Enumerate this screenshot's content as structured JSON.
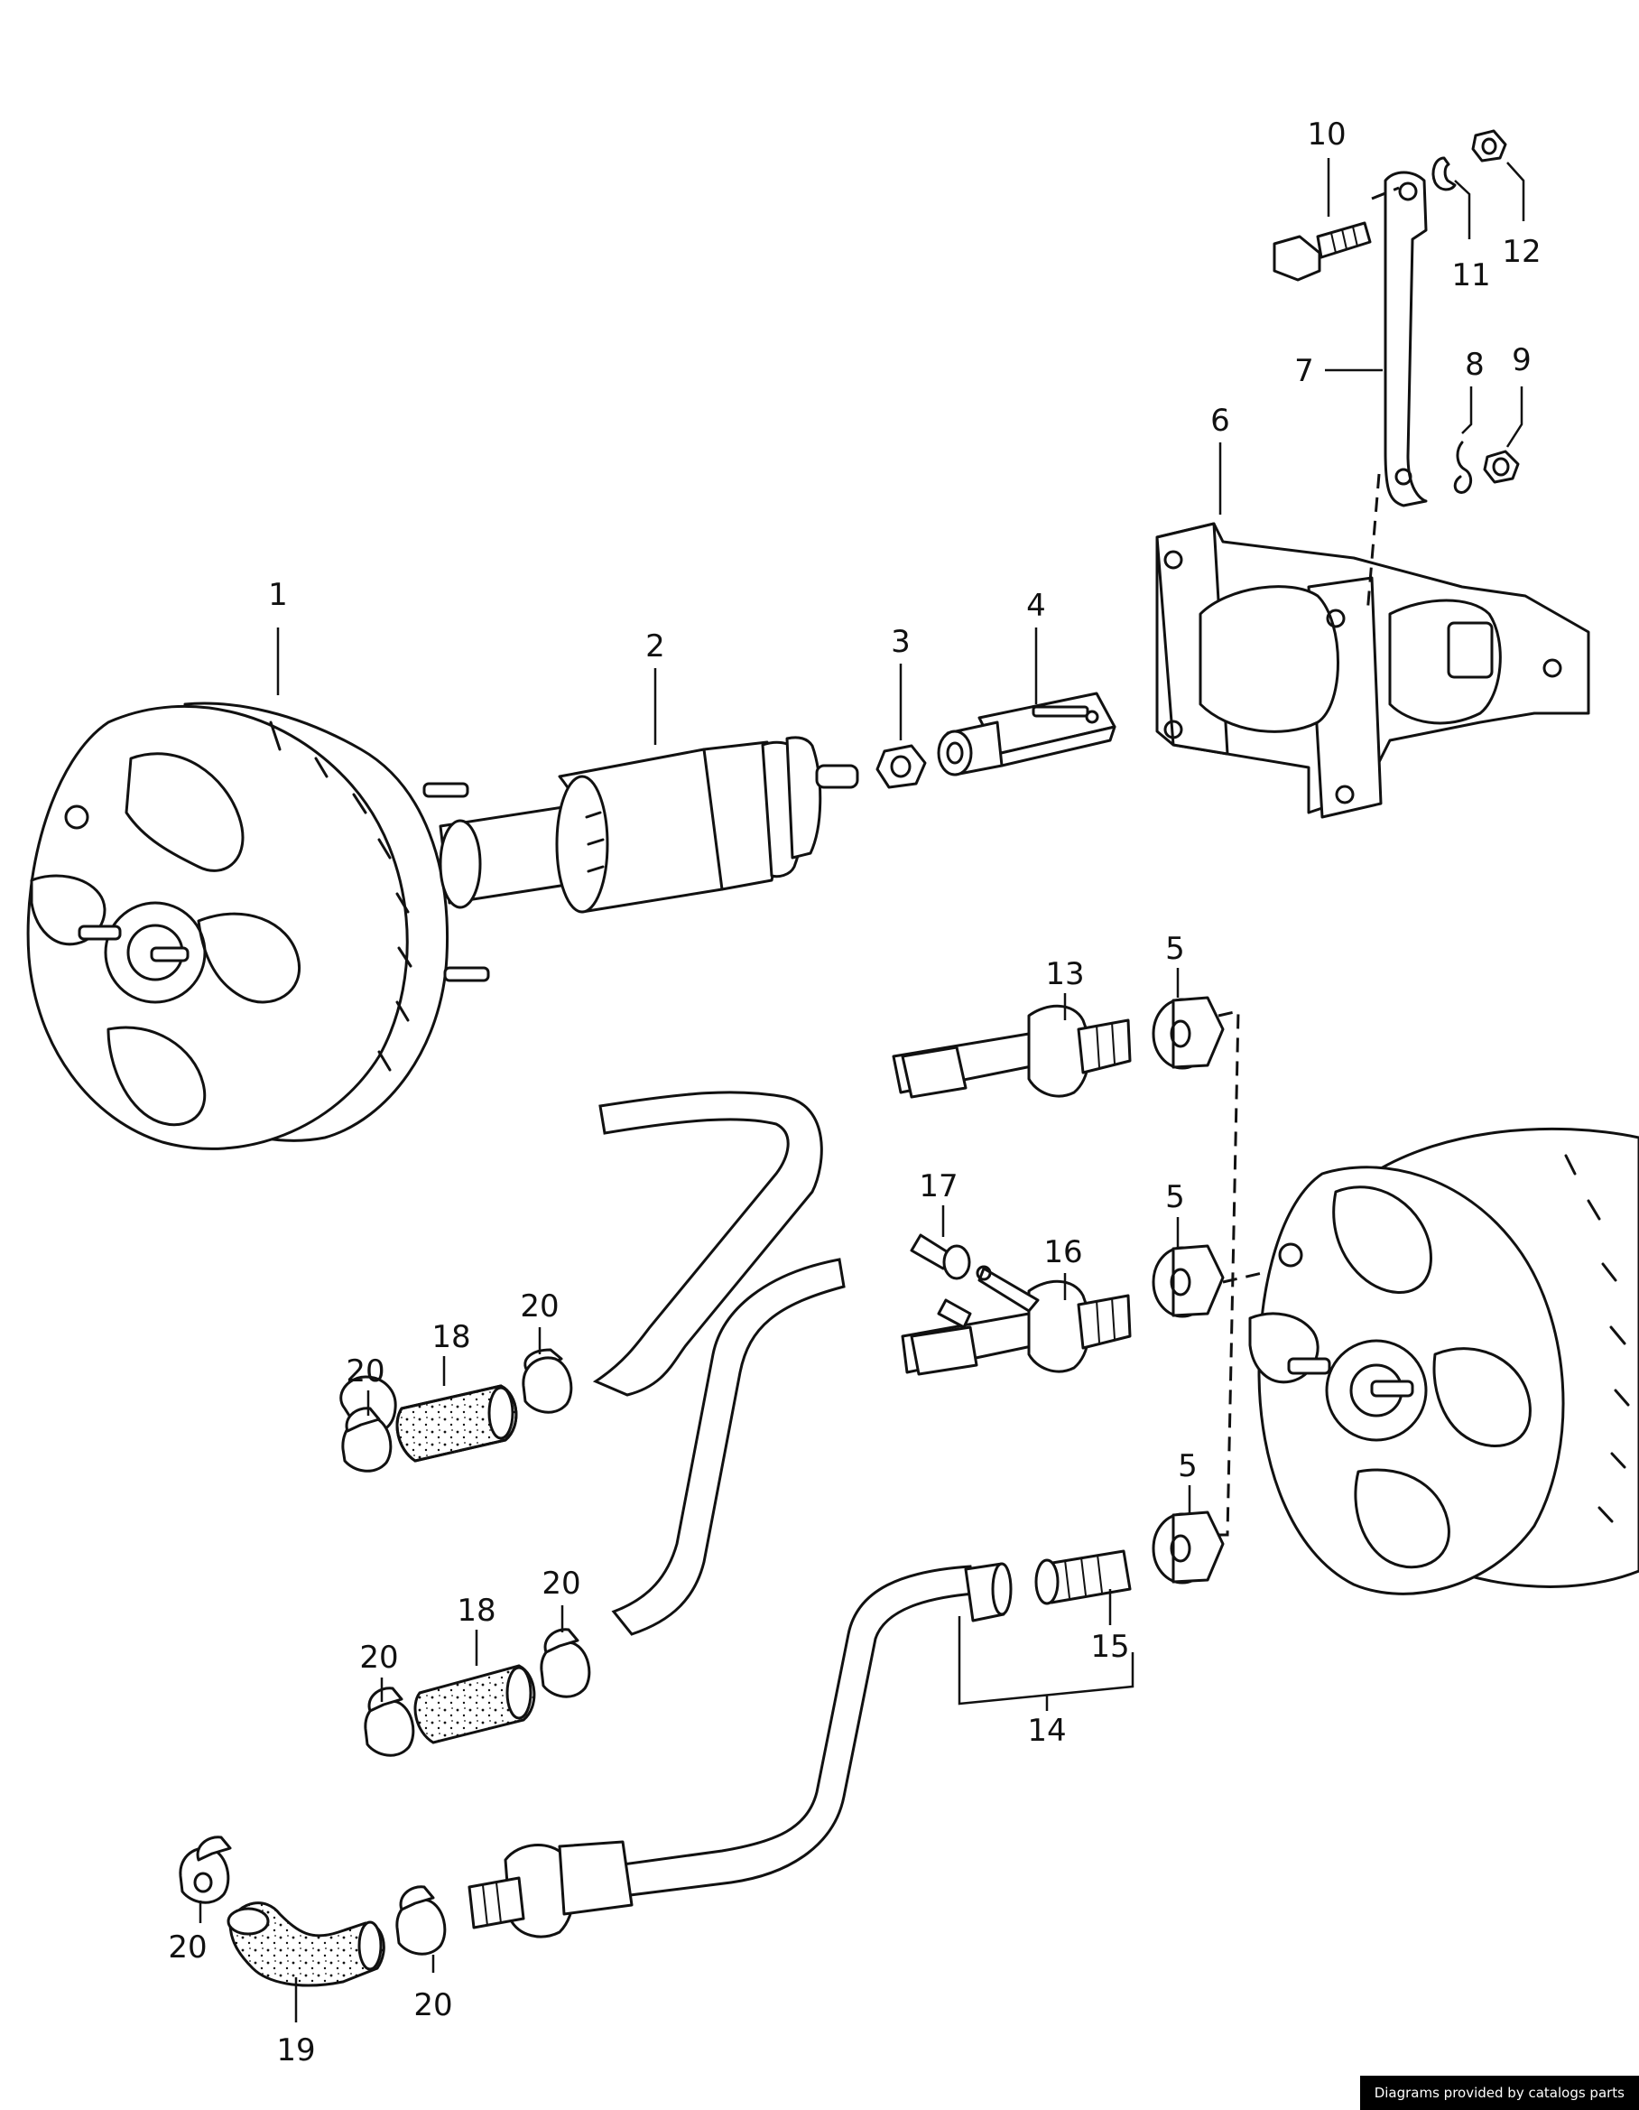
{
  "callouts": [
    {
      "id": "c1",
      "text": "1"
    },
    {
      "id": "c2",
      "text": "2"
    },
    {
      "id": "c3",
      "text": "3"
    },
    {
      "id": "c4",
      "text": "4"
    },
    {
      "id": "c5a",
      "text": "5"
    },
    {
      "id": "c5b",
      "text": "5"
    },
    {
      "id": "c5c",
      "text": "5"
    },
    {
      "id": "c6",
      "text": "6"
    },
    {
      "id": "c7",
      "text": "7"
    },
    {
      "id": "c8",
      "text": "8"
    },
    {
      "id": "c9",
      "text": "9"
    },
    {
      "id": "c10",
      "text": "10"
    },
    {
      "id": "c11",
      "text": "11"
    },
    {
      "id": "c12",
      "text": "12"
    },
    {
      "id": "c13",
      "text": "13"
    },
    {
      "id": "c14",
      "text": "14"
    },
    {
      "id": "c15",
      "text": "15"
    },
    {
      "id": "c16",
      "text": "16"
    },
    {
      "id": "c17",
      "text": "17"
    },
    {
      "id": "c18a",
      "text": "18"
    },
    {
      "id": "c18b",
      "text": "18"
    },
    {
      "id": "c19",
      "text": "19"
    },
    {
      "id": "c20a",
      "text": "20"
    },
    {
      "id": "c20b",
      "text": "20"
    },
    {
      "id": "c20c",
      "text": "20"
    },
    {
      "id": "c20d",
      "text": "20"
    },
    {
      "id": "c20e",
      "text": "20"
    },
    {
      "id": "c20f",
      "text": "20"
    }
  ],
  "credit": "Diagrams provided by catalogs parts",
  "colors": {
    "ink": "#111111",
    "paper": "#ffffff",
    "banner": "#000000"
  }
}
